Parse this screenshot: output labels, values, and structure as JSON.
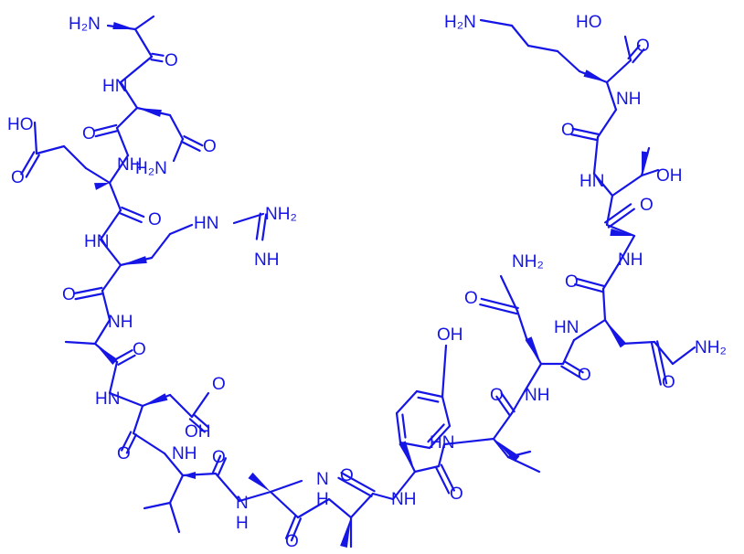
{
  "diagram": {
    "type": "chemical-structure",
    "colors": {
      "ink": "#1515e6",
      "background": "#ffffff"
    },
    "labels": {
      "ala1_nh2": "H₂N",
      "ala1_o": "O",
      "asn2_nh": "HN",
      "asn2_o": "O",
      "asn2_side_o": "O",
      "asn2_side_nh2": "H₂N",
      "glu3_nh": "NH",
      "glu3_side_oh": "HO",
      "glu3_side_o": "O",
      "glu3_o": "O",
      "arg4_nh": "HN",
      "arg4_side_hn": "HN",
      "arg4_side_nh2": "NH₂",
      "arg4_side_nh": "NH",
      "arg4_o": "O",
      "ala5_nh": "NH",
      "ala5_o": "O",
      "asp6_nh": "HN",
      "asp6_side_o": "O",
      "asp6_side_oh": "OH",
      "asp6_o": "O",
      "leu7_nh": "NH",
      "leu7_o": "O",
      "ile8_nh": "N",
      "ile8_nh_h": "H",
      "ile8_o": "O",
      "ala9_nh": "N",
      "ala9_nh_h": "H",
      "ala9_o": "O",
      "tyr10_nh": "NH",
      "tyr10_side_oh": "OH",
      "tyr10_o": "O",
      "leu11_nh": "HN",
      "leu11_o": "O",
      "gln12_nh": "NH",
      "gln12_side_nh2": "NH₂",
      "gln12_side_o": "O",
      "gln12_o": "O",
      "gln13_nh": "HN",
      "gln13_side_nh2": "NH₂",
      "gln13_side_o": "O",
      "gln13_o": "O",
      "ala14_nh": "NH",
      "ala14_o": "O",
      "thr15_nh": "HN",
      "thr15_side_oh": "OH",
      "thr15_o": "O",
      "lys16_nh": "NH",
      "lys16_side_nh2": "H₂N",
      "lys16_oh": "HO",
      "lys16_o": "O"
    }
  }
}
